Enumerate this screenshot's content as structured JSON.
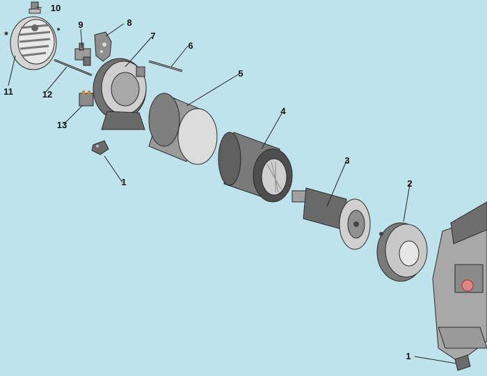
{
  "diagram": {
    "background": "#bfe3ec",
    "part_fill_light": "#d6d6d6",
    "part_fill_mid": "#9a9a9a",
    "part_fill_dark": "#555555",
    "callouts": [
      {
        "id": "c1a",
        "label": "1"
      },
      {
        "id": "c1b",
        "label": "1"
      },
      {
        "id": "c2",
        "label": "2"
      },
      {
        "id": "c3",
        "label": "3"
      },
      {
        "id": "c4",
        "label": "4"
      },
      {
        "id": "c5",
        "label": "5"
      },
      {
        "id": "c6",
        "label": "6"
      },
      {
        "id": "c7",
        "label": "7"
      },
      {
        "id": "c8",
        "label": "8"
      },
      {
        "id": "c9",
        "label": "9"
      },
      {
        "id": "c10",
        "label": "10"
      },
      {
        "id": "c11",
        "label": "11"
      },
      {
        "id": "c12",
        "label": "12"
      },
      {
        "id": "c13",
        "label": "13"
      }
    ]
  }
}
